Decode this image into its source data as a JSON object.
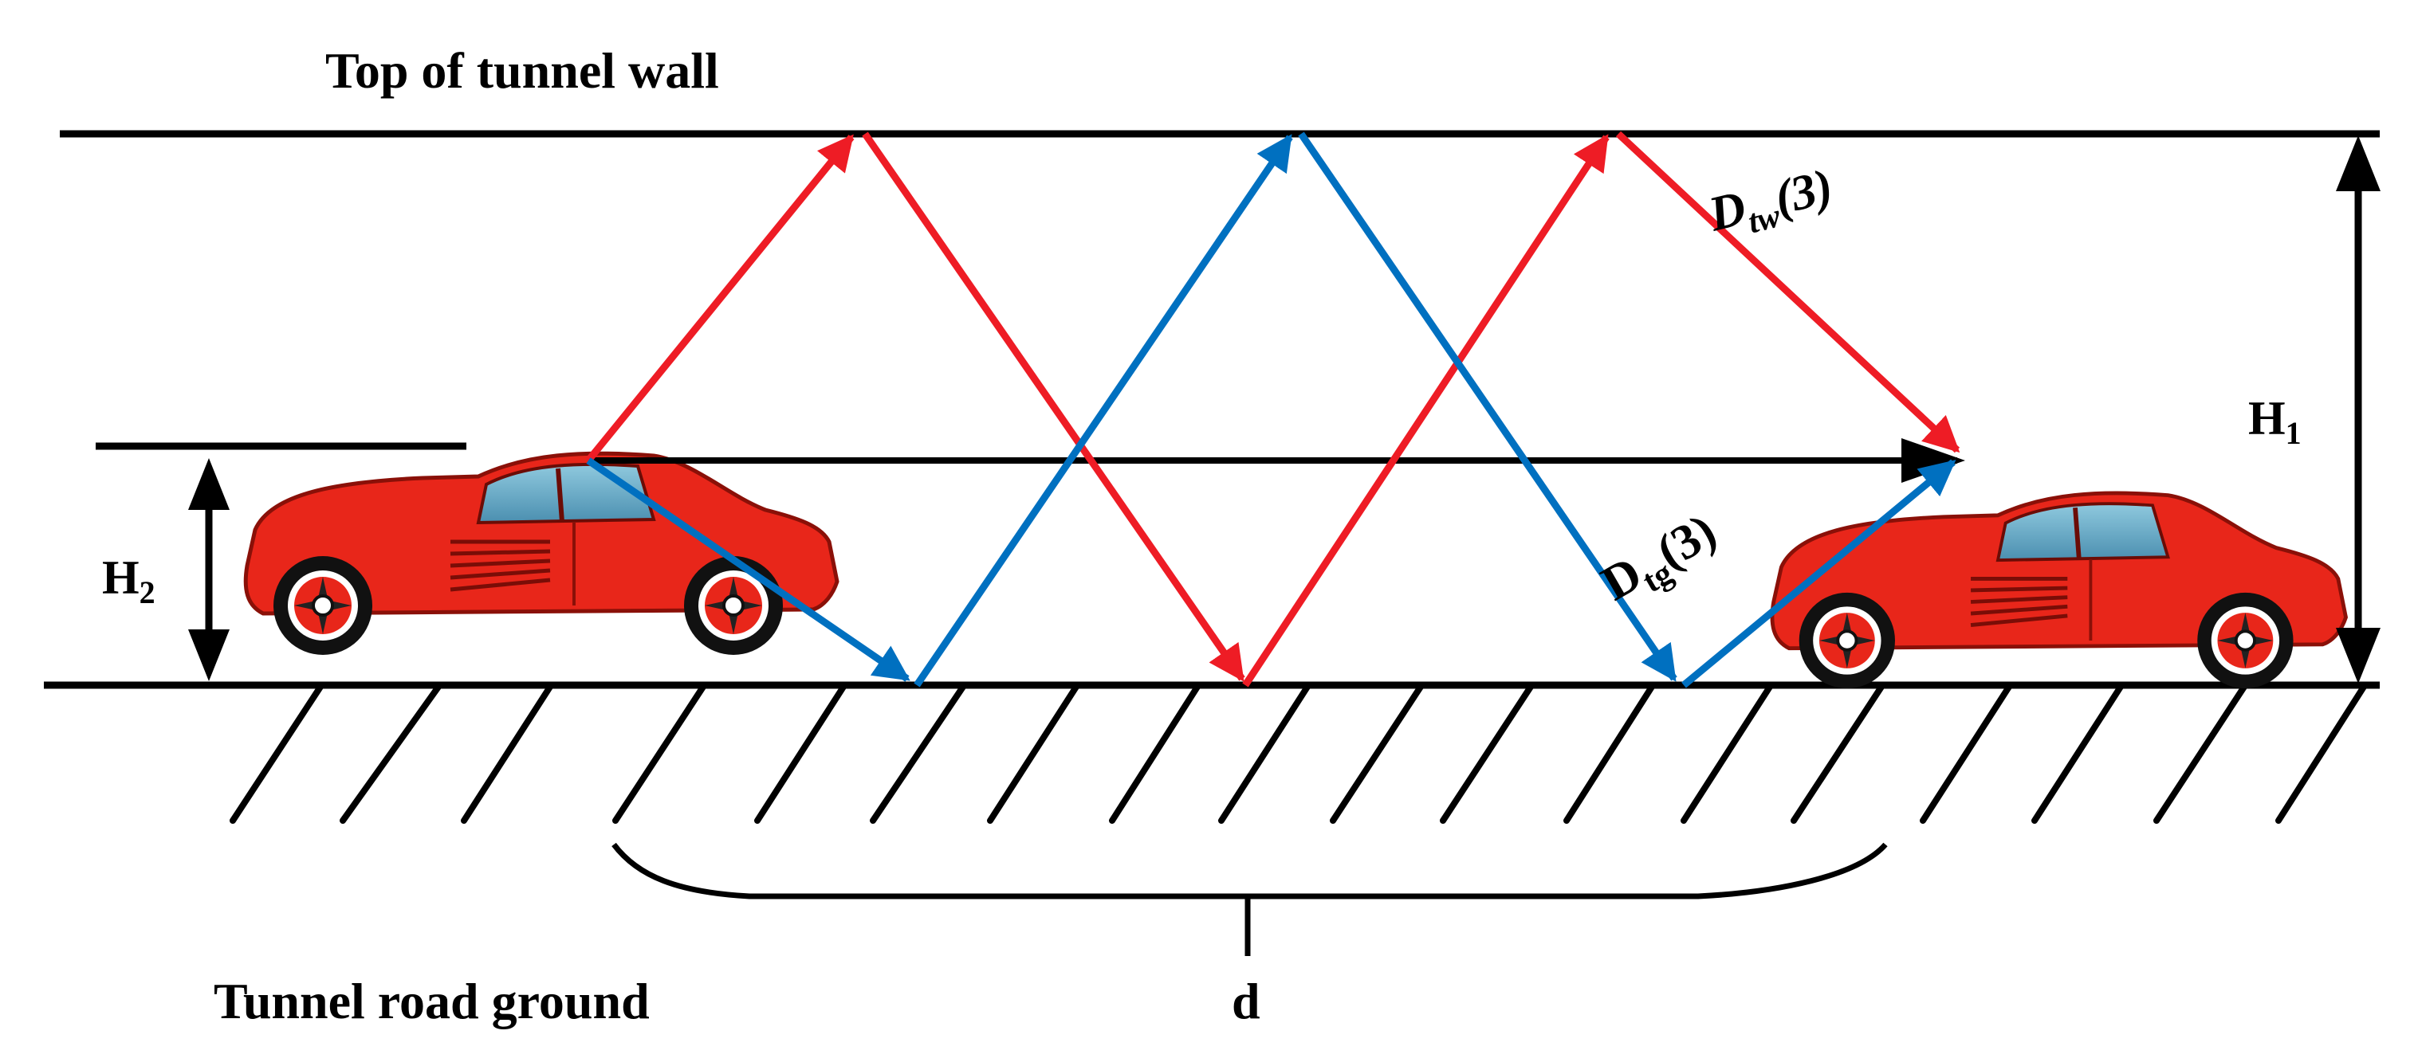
{
  "labels": {
    "top_wall": "Top of tunnel wall",
    "ground": "Tunnel road ground",
    "distance": "d",
    "h1_main": "H",
    "h1_sub": "1",
    "h2_main": "H",
    "h2_sub": "2",
    "dtw_main": "D",
    "dtw_sub": "tw",
    "dtw_tail": "(3)",
    "dtg_main": "D",
    "dtg_sub": "tg",
    "dtg_tail": "(3)"
  },
  "colors": {
    "wall_ray": "#ee1c25",
    "ground_ray": "#0070c0",
    "direct_ray": "#000000",
    "car_body": "#e8261a"
  },
  "icons": {
    "transmitter_car": "red-sports-car-icon",
    "receiver_car": "red-sports-car-icon"
  }
}
